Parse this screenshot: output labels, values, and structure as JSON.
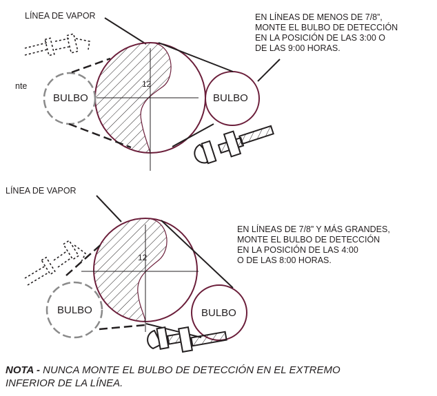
{
  "figure1": {
    "label_line": "LÍNEA DE VAPOR",
    "instruction": [
      "EN LÍNEAS DE MENOS DE 7/8”,",
      "MONTE EL BULBO DE DETECCIÓN",
      "EN LA POSICIÓN DE LAS 3:00 O",
      "DE LAS 9:00 HORAS."
    ],
    "side_fragment": "nte",
    "clock_label": "12",
    "bulb_left": "BULBO",
    "bulb_right": "BULBO"
  },
  "figure2": {
    "label_line": "LÍNEA DE VAPOR",
    "instruction": [
      "EN LÍNEAS DE 7/8” Y MÁS GRANDES,",
      "MONTE EL BULBO DE DETECCIÓN",
      "EN LA POSICIÓN DE LAS 4:00",
      "O DE LAS 8:00 HORAS."
    ],
    "clock_label": "12",
    "bulb_left": "BULBO",
    "bulb_right": "BULBO"
  },
  "note": {
    "prefix": "NOTA -",
    "line1": "NUNCA MONTE EL BULBO DE DETECCIÓN EN EL EXTREMO",
    "line2": "INFERIOR DE LA LÍNEA."
  },
  "colors": {
    "pipe_outline": "#6b1e3a",
    "ink": "#231f20",
    "dashed": "#8a8a8a"
  }
}
